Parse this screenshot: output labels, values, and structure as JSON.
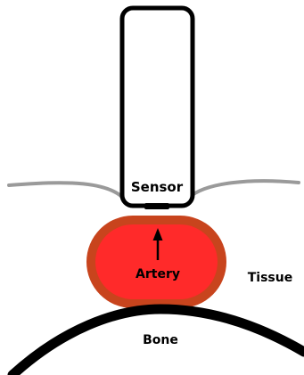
{
  "labels": {
    "sensor": "Sensor",
    "artery": "Artery",
    "tissue": "Tissue",
    "bone": "Bone"
  },
  "colors": {
    "background": "#ffffff",
    "outline": "#000000",
    "skin_line": "#9a9a9a",
    "artery_fill": "#ff2a2a",
    "artery_wall": "#c8441d",
    "sensor_fill": "#ffffff"
  }
}
